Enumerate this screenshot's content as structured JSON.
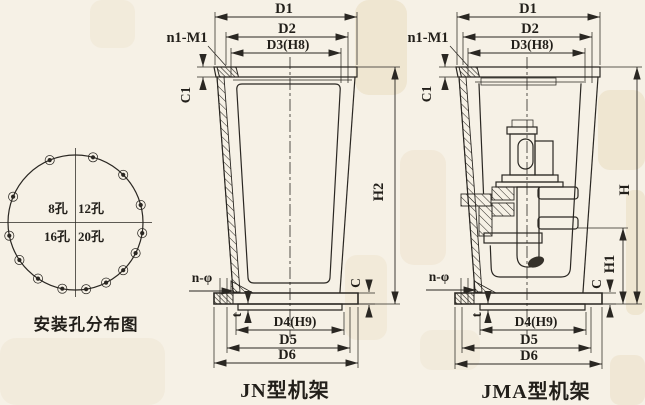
{
  "drawing": {
    "background": "#f6f1e6",
    "ink": "#2a2722",
    "hole_diagram": {
      "caption": "安装孔分布图",
      "q_tl": "8孔",
      "q_tr": "12孔",
      "q_bl": "16孔",
      "q_br": "20孔",
      "hole_counts": [
        8,
        12,
        16,
        20
      ]
    },
    "jn": {
      "caption": "JN型机架",
      "d1": "D1",
      "d2": "D2",
      "d3": "D3(H8)",
      "d4": "D4(H9)",
      "d5": "D5",
      "d6": "D6",
      "c1": "C1",
      "c": "C",
      "h2": "H2",
      "t": "t",
      "n1m1": "n1-M1",
      "nphi": "n-φ"
    },
    "jma": {
      "caption": "JMA型机架",
      "d1": "D1",
      "d2": "D2",
      "d3": "D3(H8)",
      "d4": "D4(H9)",
      "d5": "D5",
      "d6": "D6",
      "c1": "C1",
      "c": "C",
      "h": "H",
      "h1": "H1",
      "t": "t",
      "n1m1": "n1-M1",
      "nphi": "n-φ"
    }
  }
}
